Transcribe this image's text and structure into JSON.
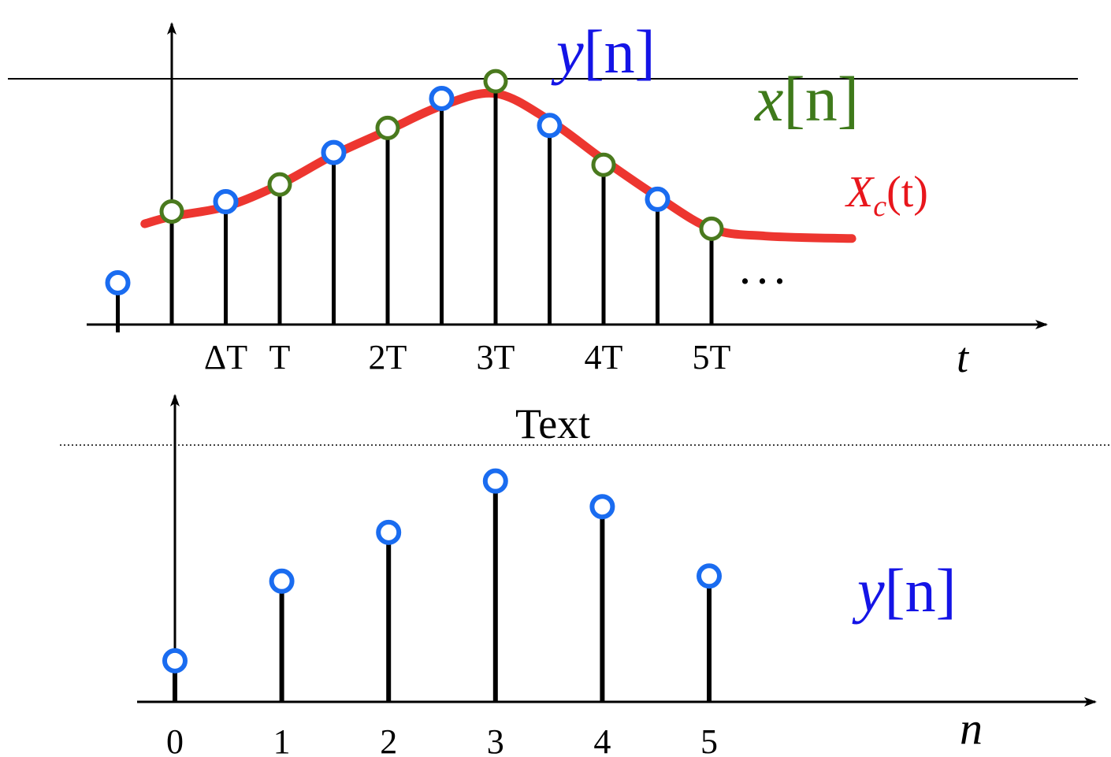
{
  "top_plot": {
    "time_ticks": [
      {
        "t": 1,
        "label": "ΔT"
      },
      {
        "t": 2,
        "label": "T"
      },
      {
        "t": 4,
        "label": "2T"
      },
      {
        "t": 6,
        "label": "3T"
      },
      {
        "t": 8,
        "label": "4T"
      },
      {
        "t": 10,
        "label": "5T"
      }
    ],
    "axis_label": "t",
    "continuous_signal_label": "X",
    "continuous_signal_label_sub": "c",
    "continuous_signal_label_arg": "(t)",
    "x_label_base": "x",
    "x_label_arg": "[n]",
    "y_label_base": "y",
    "y_label_arg": "[n]",
    "ellipsis": ". . .",
    "x_samples": [
      {
        "t": 0,
        "value": 0.46
      },
      {
        "t": 2,
        "value": 0.57
      },
      {
        "t": 4,
        "value": 0.8
      },
      {
        "t": 6,
        "value": 0.99
      },
      {
        "t": 8,
        "value": 0.65
      },
      {
        "t": 10,
        "value": 0.39
      }
    ],
    "y_samples": [
      {
        "t": -1,
        "value": 0.17,
        "stem_below_axis": true
      },
      {
        "t": 1,
        "value": 0.5
      },
      {
        "t": 3,
        "value": 0.7
      },
      {
        "t": 5,
        "value": 0.92
      },
      {
        "t": 7,
        "value": 0.81
      },
      {
        "t": 9,
        "value": 0.51
      }
    ],
    "continuous_curve": [
      [
        -0.5,
        0.41
      ],
      [
        0,
        0.44
      ],
      [
        1,
        0.48
      ],
      [
        2,
        0.57
      ],
      [
        3,
        0.69
      ],
      [
        4,
        0.79
      ],
      [
        5,
        0.89
      ],
      [
        6,
        0.94
      ],
      [
        7,
        0.83
      ],
      [
        8,
        0.67
      ],
      [
        9,
        0.52
      ],
      [
        10,
        0.39
      ],
      [
        11,
        0.36
      ],
      [
        12.6,
        0.35
      ]
    ],
    "reference_line_value": 1.0
  },
  "bottom_plot": {
    "dotted_line_label": "Text",
    "axis_label": "n",
    "signal_label_base": "y",
    "signal_label_arg": "[n]",
    "samples": [
      {
        "n": 0,
        "label": "0",
        "value": 0.16
      },
      {
        "n": 1,
        "label": "1",
        "value": 0.47
      },
      {
        "n": 2,
        "label": "2",
        "value": 0.66
      },
      {
        "n": 3,
        "label": "3",
        "value": 0.86
      },
      {
        "n": 4,
        "label": "4",
        "value": 0.76
      },
      {
        "n": 5,
        "label": "5",
        "value": 0.49
      }
    ],
    "dotted_line_value": 1.0
  },
  "colors": {
    "axis": "#000000",
    "stem": "#000000",
    "x_samples": "#4a7a1e",
    "y_samples": "#1a6cf0",
    "continuous": "#ec2b25",
    "x_label": "#3f7a1b",
    "y_label": "#1414e6",
    "xc_label": "#e8161c"
  }
}
